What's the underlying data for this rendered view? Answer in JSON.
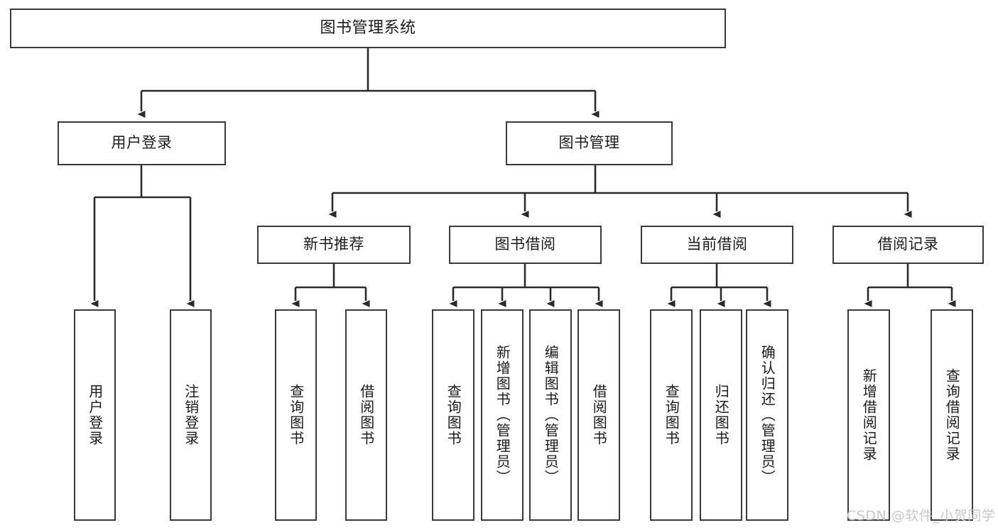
{
  "diagram": {
    "title": "图书管理系统",
    "watermark": "CSDN @软件_小贺同学",
    "colors": {
      "box_border": "#3a3a3a",
      "connector": "#2b2b2b",
      "text": "#1b1b1b",
      "background": "#ffffff",
      "watermark": "#c8c8c8"
    },
    "root": {
      "label": "图书管理系统"
    },
    "level2": [
      {
        "label": "用户登录"
      },
      {
        "label": "图书管理"
      }
    ],
    "level3": [
      {
        "label": "新书推荐"
      },
      {
        "label": "图书借阅"
      },
      {
        "label": "当前借阅"
      },
      {
        "label": "借阅记录"
      }
    ],
    "leaves": {
      "user_login": [
        {
          "label": "用户登录"
        },
        {
          "label": "注销登录"
        }
      ],
      "new_book_recommend": [
        {
          "label": "查询图书"
        },
        {
          "label": "借阅图书"
        }
      ],
      "book_borrow": [
        {
          "label": "查询图书"
        },
        {
          "label": "新增图书（管理员）"
        },
        {
          "label": "编辑图书（管理员）"
        },
        {
          "label": "借阅图书"
        }
      ],
      "current_borrow": [
        {
          "label": "查询图书"
        },
        {
          "label": "归还图书"
        },
        {
          "label": "确认归还（管理员）"
        }
      ],
      "borrow_record": [
        {
          "label": "新增借阅记录"
        },
        {
          "label": "查询借阅记录"
        }
      ]
    }
  }
}
